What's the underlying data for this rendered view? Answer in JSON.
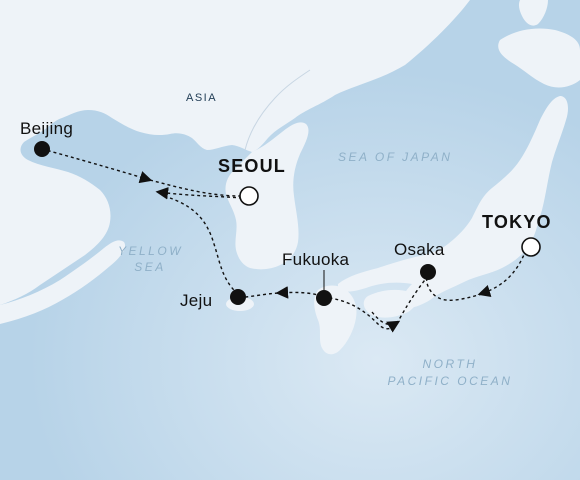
{
  "map": {
    "continent_label": "ASIA",
    "water_labels": {
      "sea_of_japan": "SEA OF JAPAN",
      "yellow_sea_line1": "YELLOW",
      "yellow_sea_line2": "SEA",
      "pacific_line1": "NORTH",
      "pacific_line2": "PACIFIC OCEAN"
    },
    "ports": [
      {
        "id": "beijing",
        "label": "Beijing",
        "marker": "filled"
      },
      {
        "id": "seoul",
        "label": "SEOUL",
        "marker": "open"
      },
      {
        "id": "fukuoka",
        "label": "Fukuoka",
        "marker": "filled"
      },
      {
        "id": "jeju",
        "label": "Jeju",
        "marker": "filled"
      },
      {
        "id": "osaka",
        "label": "Osaka",
        "marker": "filled"
      },
      {
        "id": "tokyo",
        "label": "TOKYO",
        "marker": "open"
      }
    ],
    "colors": {
      "water": "#b7d3e8",
      "land": "#eef3f8",
      "route": "#111111"
    }
  }
}
